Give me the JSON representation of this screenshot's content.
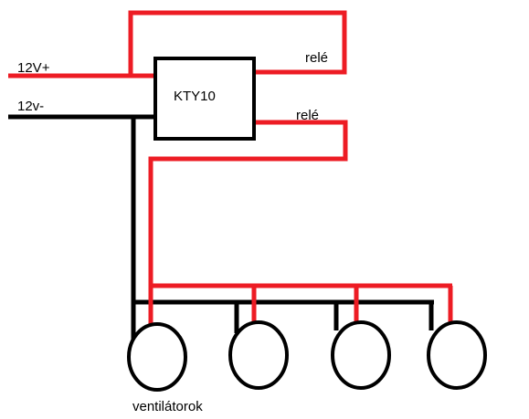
{
  "labels": {
    "v_plus": "12V+",
    "v_minus": "12v-",
    "sensor": "KTY10",
    "relay_top": "relé",
    "relay_bottom": "relé",
    "fans": "ventilátorok"
  },
  "colors": {
    "positive_wire": "#ed1c24",
    "negative_wire": "#000000",
    "background": "#ffffff"
  }
}
